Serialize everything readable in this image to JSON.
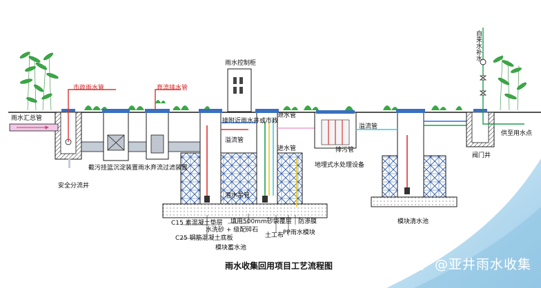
{
  "diagram": {
    "title": "雨水收集回用项目工艺流程图",
    "labels": {
      "municipal_rain_pipe": "市政雨水管",
      "initial_flow_discard_pipe": "弃流排水管",
      "rain_control_cabinet": "雨水控制柜",
      "tap_water_supply": "自来水补水",
      "rain_inlet_pipe": "雨水汇总管",
      "sediment_basket": "截污挂篮沉淀装置",
      "discard_filter": "雨水弃流过滤装置",
      "safety_diversion_well": "安全分流井",
      "connect_rain_well": "接附近雨水井或市政",
      "drain_pipe": "泄水管",
      "overflow_pipe_left": "溢流管",
      "intake_pipe": "进水管",
      "sewage_pipe": "排污管",
      "underground_treatment": "地埋式水处理设备",
      "overflow_pipe_right": "溢流管",
      "valve_well": "阀门井",
      "supply_to_users": "供至用水点",
      "pump_pipe": "潜水泵管",
      "c15": "C15 素混凝土垫层",
      "c25": "C25 钢筋混凝土底板",
      "sand_layer": "水洗砂 + 级配碎石",
      "sand_500": "填用500mm砂袋覆层",
      "anti_seepage": "防渗膜",
      "geotextile": "土工布",
      "pp_module": "PP雨水模块",
      "module_storage_tank": "模块蓄水池",
      "module_clear_tank": "模块清水池"
    },
    "watermark": "知乎 @亚井雨水收集"
  },
  "colors": {
    "outline": "#1a1a1a",
    "pipe_gray": "#c4ccd6",
    "red_pipe": "#e03030",
    "blue_pipe": "#2c6fd8",
    "green_pipe": "#1aa050",
    "yellow_pipe": "#e8c81a",
    "cyan_pipe": "#3cc8e0",
    "pink_pipe": "#f0a0d0",
    "module_blue": "#2e5aa8",
    "plant_green": "#3aa845",
    "sky_blue": "#bfe0f2"
  }
}
